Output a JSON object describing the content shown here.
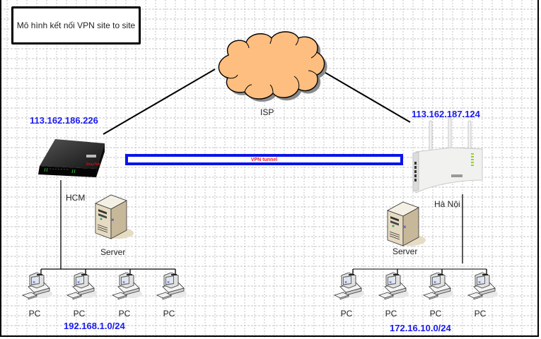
{
  "diagram": {
    "title": "Mô hình kết nối VPN site to site",
    "cloud": {
      "label": "ISP",
      "fill": "#fdbe7f"
    },
    "tunnel": {
      "label": "VPN tunnel",
      "border_color": "#0a14e8",
      "text_color": "#ee1a1a"
    },
    "sites": [
      {
        "name": "HCM",
        "wan_ip": "113.162.186.226",
        "router": "draytek-black-router",
        "server_label": "Server",
        "lan_subnet": "192.168.1.0/24",
        "pcs": [
          "PC",
          "PC",
          "PC",
          "PC"
        ]
      },
      {
        "name": "Hà Nội",
        "wan_ip": "113.162.187.124",
        "router": "white-wifi-router",
        "server_label": "Server",
        "lan_subnet": "172.16.10.0/24",
        "pcs": [
          "PC",
          "PC",
          "PC",
          "PC"
        ]
      }
    ],
    "ip_color": "#1a1af0"
  }
}
